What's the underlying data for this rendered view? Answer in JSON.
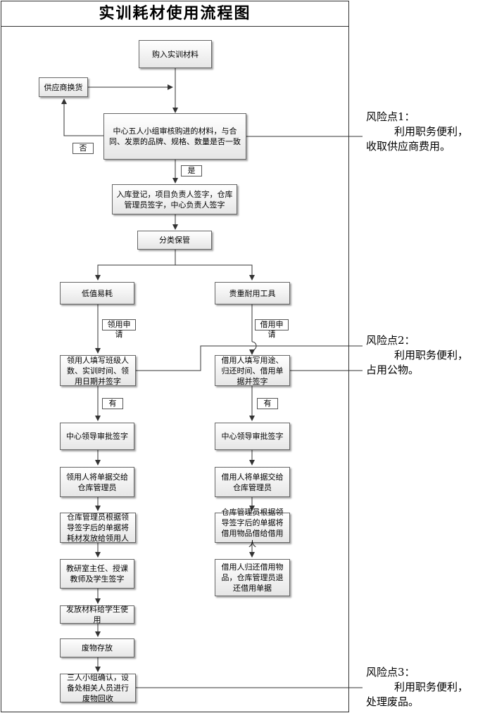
{
  "title": "实训耗材使用流程图",
  "nodes": {
    "purchase": "购入实训材料",
    "supplier_exchange": "供应商换货",
    "review": "中心五人小组审核购进的材料，与合同、发票的品牌、规格、数量是否一致",
    "register": "入库登记，项目负责人签字，仓库管理员签字，中心负责人签字",
    "classify": "分类保管",
    "consumable": "低值易耗",
    "durable": "贵重耐用工具",
    "consumable_fill": "领用人填写班级人数、实训时间、领用日期并签字",
    "durable_fill": "借用人填写用途、归还时间、借用单据并签字",
    "consumable_approve": "中心领导审批签字",
    "durable_approve": "中心领导审批签字",
    "consumable_submit": "领用人将单据交给仓库管理员",
    "durable_submit": "借用人将单据交给仓库管理员",
    "consumable_issue": "仓库管理员根据领导签字后的单据将耗材发放给领用人",
    "durable_lend": "仓库管理员根据领导签字后的单据将借用物品借给借用人",
    "teacher_sign": "教研室主任、授课教师及学生签字",
    "durable_return": "借用人归还借用物品，仓库管理员退还借用单据",
    "distribute": "发放材料给学生使用",
    "waste_store": "废物存放",
    "recycle": "三人小组确认，设备处相关人员进行废物回收"
  },
  "tags": {
    "no": "否",
    "yes": "是",
    "apply_use": "领用申请",
    "apply_borrow": "借用申请",
    "have_left": "有",
    "have_right": "有"
  },
  "risks": [
    {
      "title": "风险点1：",
      "line1": "利用职务便利，",
      "line2": "收取供应商费用。"
    },
    {
      "title": "风险点2：",
      "line1": "利用职务便利，",
      "line2": "占用公物。"
    },
    {
      "title": "风险点3：",
      "line1": "利用职务便利，",
      "line2": "处理废品。"
    }
  ]
}
